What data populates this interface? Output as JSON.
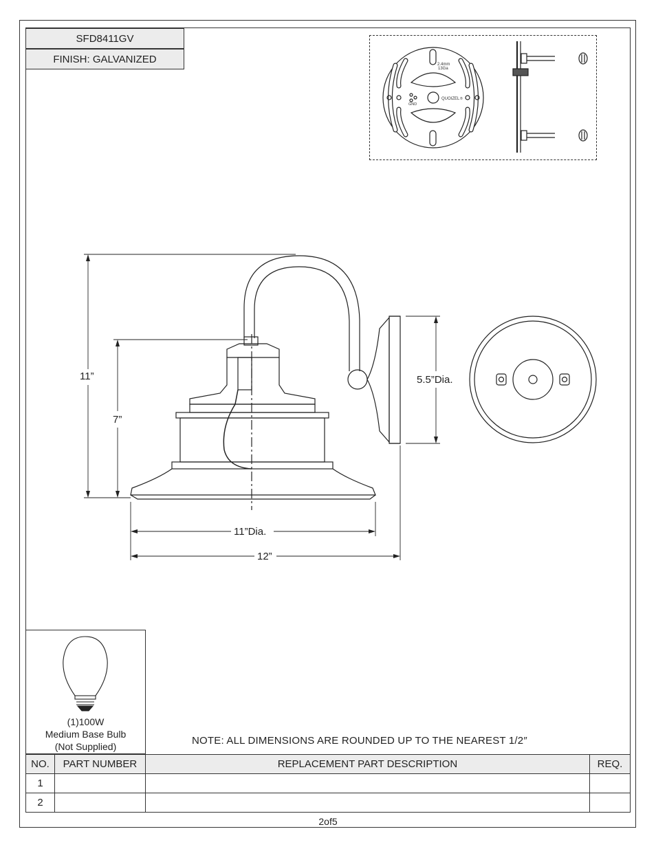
{
  "header": {
    "model": "SFD8411GV",
    "finish": "FINISH: GALVANIZED"
  },
  "bracket": {
    "gauge_line1": "2.4mm",
    "gauge_line2": "13Ga",
    "gnd_label": "GND",
    "brand": "QUOIZEL",
    "brand_mark": "®"
  },
  "dimensions": {
    "height_total": "11”",
    "height_shade": "7”",
    "shade_dia": "11”Dia.",
    "extension": "12”",
    "backplate_dia": "5.5”Dia."
  },
  "bulb": {
    "line1": "(1)100W",
    "line2": "Medium Base Bulb",
    "line3": "(Not Supplied)"
  },
  "note": "NOTE:  ALL DIMENSIONS ARE ROUNDED UP TO THE NEAREST  1/2″",
  "parts_table": {
    "headers": [
      "NO.",
      "PART NUMBER",
      "REPLACEMENT PART DESCRIPTION",
      "REQ."
    ],
    "rows": [
      {
        "no": "1",
        "part_number": "",
        "description": "",
        "req": ""
      },
      {
        "no": "2",
        "part_number": "",
        "description": "",
        "req": ""
      }
    ]
  },
  "page": "2of5"
}
